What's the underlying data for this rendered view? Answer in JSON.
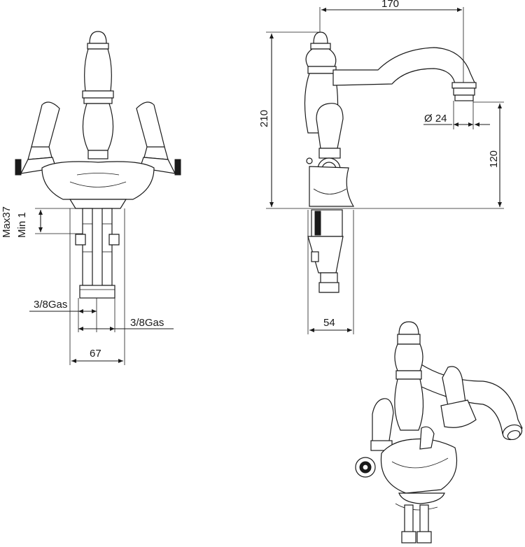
{
  "dimensions": {
    "spout_reach": "170",
    "total_height": "210",
    "spout_diameter": "Ø 24",
    "spout_height": "120",
    "base_depth": "54",
    "base_width": "67",
    "inlet_left": "3/8Gas",
    "inlet_right": "3/8Gas",
    "deck_max": "Max37",
    "deck_min": "Min 1"
  },
  "colors": {
    "ink": "#1a1a1a",
    "background": "#ffffff"
  },
  "views": [
    "front-view",
    "side-view",
    "isometric-view"
  ]
}
